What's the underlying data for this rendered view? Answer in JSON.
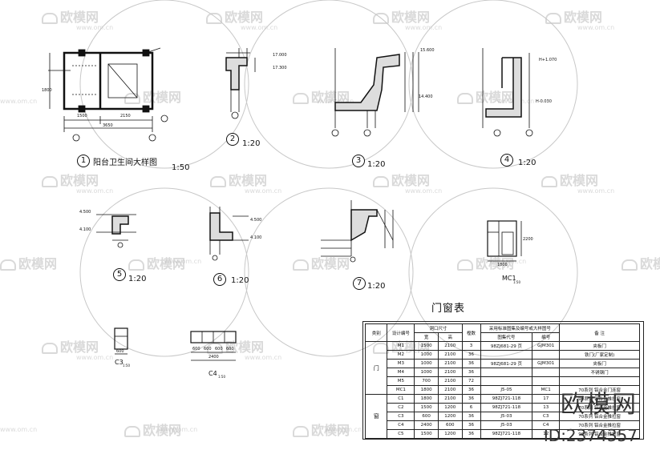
{
  "watermark": {
    "brand": "欧模网",
    "url": "www.om.cn"
  },
  "branding": {
    "name": "欧模网",
    "id_text": "ID:2374357"
  },
  "details": [
    {
      "num": "1",
      "title": "阳台卫生间大样图",
      "scale": "1:50"
    },
    {
      "num": "2",
      "scale": "1:20"
    },
    {
      "num": "3",
      "scale": "1:20"
    },
    {
      "num": "4",
      "scale": "1:20"
    },
    {
      "num": "5",
      "scale": "1:20"
    },
    {
      "num": "6",
      "scale": "1:20"
    },
    {
      "num": "7",
      "scale": "1:20"
    }
  ],
  "dims": {
    "d1_bottom_a": "1500",
    "d1_bottom_b": "2150",
    "d1_bottom_total": "3650",
    "d1_left": "1800",
    "d2_a": "17.000",
    "d2_b": "17.300",
    "d3_a": "15.600",
    "d3_b": "14.400",
    "d4_a": "H+1.070",
    "d4_b": "H-0.030",
    "d5_a": "4.500",
    "d5_b": "4.100",
    "d6_a": "4.500",
    "d6_b": "4.100"
  },
  "mc1": {
    "label": "MC1",
    "scale": "1:50",
    "w": "1800",
    "h": "2200"
  },
  "c3": {
    "label": "C3",
    "scale": "1:50",
    "w": "600"
  },
  "c4": {
    "label": "C4",
    "scale": "1:50",
    "w": "2400",
    "parts": [
      "600",
      "600",
      "600",
      "600"
    ]
  },
  "table": {
    "title": "门窗表",
    "headers": {
      "type": "类别",
      "code": "设计编号",
      "size": "洞口尺寸",
      "w": "宽",
      "h": "高",
      "count": "樘数",
      "ref": "采用标准图集及编号或大样图号",
      "atlas": "图集代号",
      "number": "编号",
      "note": "备 注"
    },
    "groups": [
      {
        "name": "门",
        "rows": [
          {
            "code": "M1",
            "w": "1500",
            "h": "2100",
            "count": "3",
            "atlas": "98ZJ681-29 页",
            "number": "GJM301",
            "note": "夹板门"
          },
          {
            "code": "M2",
            "w": "1000",
            "h": "2100",
            "count": "36",
            "atlas": "",
            "number": "",
            "note": "铁门(厂家定制)"
          },
          {
            "code": "M3",
            "w": "1000",
            "h": "2100",
            "count": "36",
            "atlas": "98ZJ681-29 页",
            "number": "GJM301",
            "note": "夹板门"
          },
          {
            "code": "M4",
            "w": "1000",
            "h": "2100",
            "count": "36",
            "atlas": "",
            "number": "",
            "note": "不锈钢门"
          },
          {
            "code": "M5",
            "w": "700",
            "h": "2100",
            "count": "72",
            "atlas": "",
            "number": "",
            "note": ""
          },
          {
            "code": "MC1",
            "w": "1800",
            "h": "2100",
            "count": "36",
            "atlas": "J5-05",
            "number": "MC1",
            "note": "70系列 铝合金门连窗"
          }
        ]
      },
      {
        "name": "窗",
        "rows": [
          {
            "code": "C1",
            "w": "1800",
            "h": "2100",
            "count": "36",
            "atlas": "98ZJ721-118",
            "number": "17",
            "note": "90系列 铝合金推拉窗"
          },
          {
            "code": "C2",
            "w": "1500",
            "h": "1200",
            "count": "6",
            "atlas": "98ZJ721-118",
            "number": "13",
            "note": "70系列 铝合金推拉窗"
          },
          {
            "code": "C3",
            "w": "600",
            "h": "1200",
            "count": "36",
            "atlas": "J5-03",
            "number": "C3",
            "note": "70系列 铝合金推拉窗"
          },
          {
            "code": "C4",
            "w": "2400",
            "h": "600",
            "count": "36",
            "atlas": "J5-03",
            "number": "C4",
            "note": "70系列 铝合金推拉窗"
          },
          {
            "code": "C5",
            "w": "1500",
            "h": "1200",
            "count": "36",
            "atlas": "98ZJ721-118",
            "number": "12",
            "note": "90系列 铝合金推拉窗"
          }
        ]
      }
    ]
  }
}
